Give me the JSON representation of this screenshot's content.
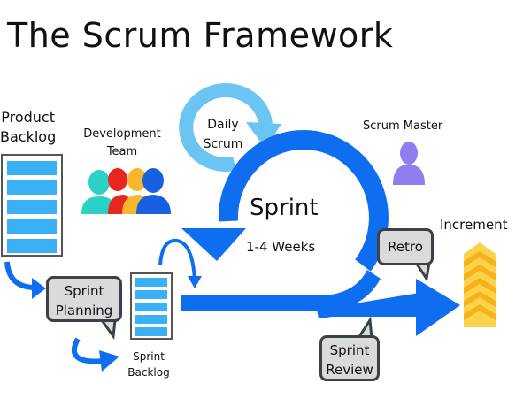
{
  "title": "The Scrum Framework",
  "labels": {
    "product_backlog": [
      "Product",
      "Backlog"
    ],
    "development_team": [
      "Development",
      "Team"
    ],
    "daily_scrum": [
      "Daily",
      "Scrum"
    ],
    "sprint": "Sprint",
    "sprint_duration": "1-4 Weeks",
    "scrum_master": "Scrum Master",
    "increment": "Increment",
    "sprint_backlog": [
      "Sprint",
      "Backlog"
    ]
  },
  "bubbles": {
    "sprint_planning": [
      "Sprint",
      "Planning"
    ],
    "retro": "Retro",
    "sprint_review": [
      "Sprint",
      "Review"
    ]
  },
  "colors": {
    "primary_blue": "#0f6ef0",
    "light_blue": "#6cc4f2",
    "backlog_item": "#3ab1f5",
    "scrum_master": "#8f7ef0",
    "increment_yellow": "#fbd34a",
    "increment_orange": "#f7b11b",
    "team": [
      "#2bd1c5",
      "#e8261f",
      "#f6b72e",
      "#1760e0"
    ]
  },
  "product_backlog_items": 5,
  "sprint_backlog_items": 5
}
